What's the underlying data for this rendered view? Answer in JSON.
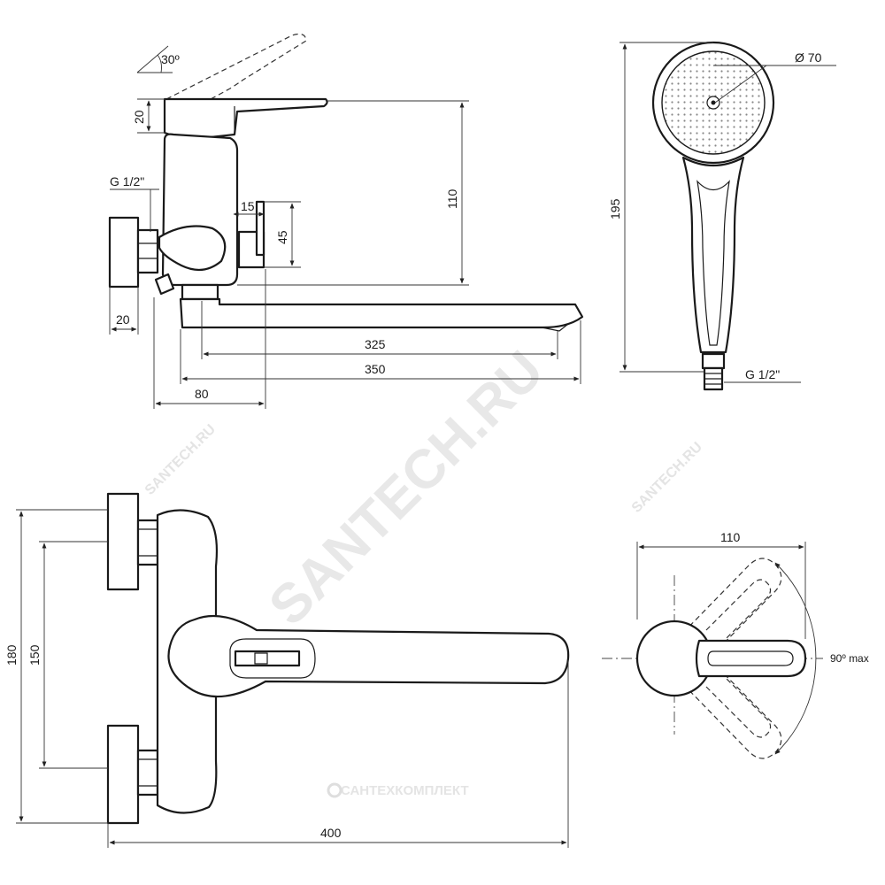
{
  "watermark": {
    "main": "SANTECH.RU",
    "secondary": "САНТЕХКОМПЛЕКТ",
    "small": "SANTECH.RU"
  },
  "side_view": {
    "angle": "30º",
    "lever_height": "20",
    "thread": "G 1/2\"",
    "body_height": "110",
    "spout_offset": "15",
    "spout_height": "45",
    "eccentric_width": "20",
    "spout_reach_inner": "325",
    "spout_reach_outer": "350",
    "wall_offset": "80"
  },
  "shower_head": {
    "diameter": "Ø 70",
    "length": "195",
    "thread": "G 1/2\""
  },
  "front_view": {
    "total_height": "180",
    "center_distance": "150",
    "total_width": "400"
  },
  "lever_view": {
    "width": "110",
    "rotation": "90º max"
  },
  "colors": {
    "line": "#1a1a1a",
    "watermark": "#e8e8e8",
    "shower_face": "#d9d9d9"
  }
}
